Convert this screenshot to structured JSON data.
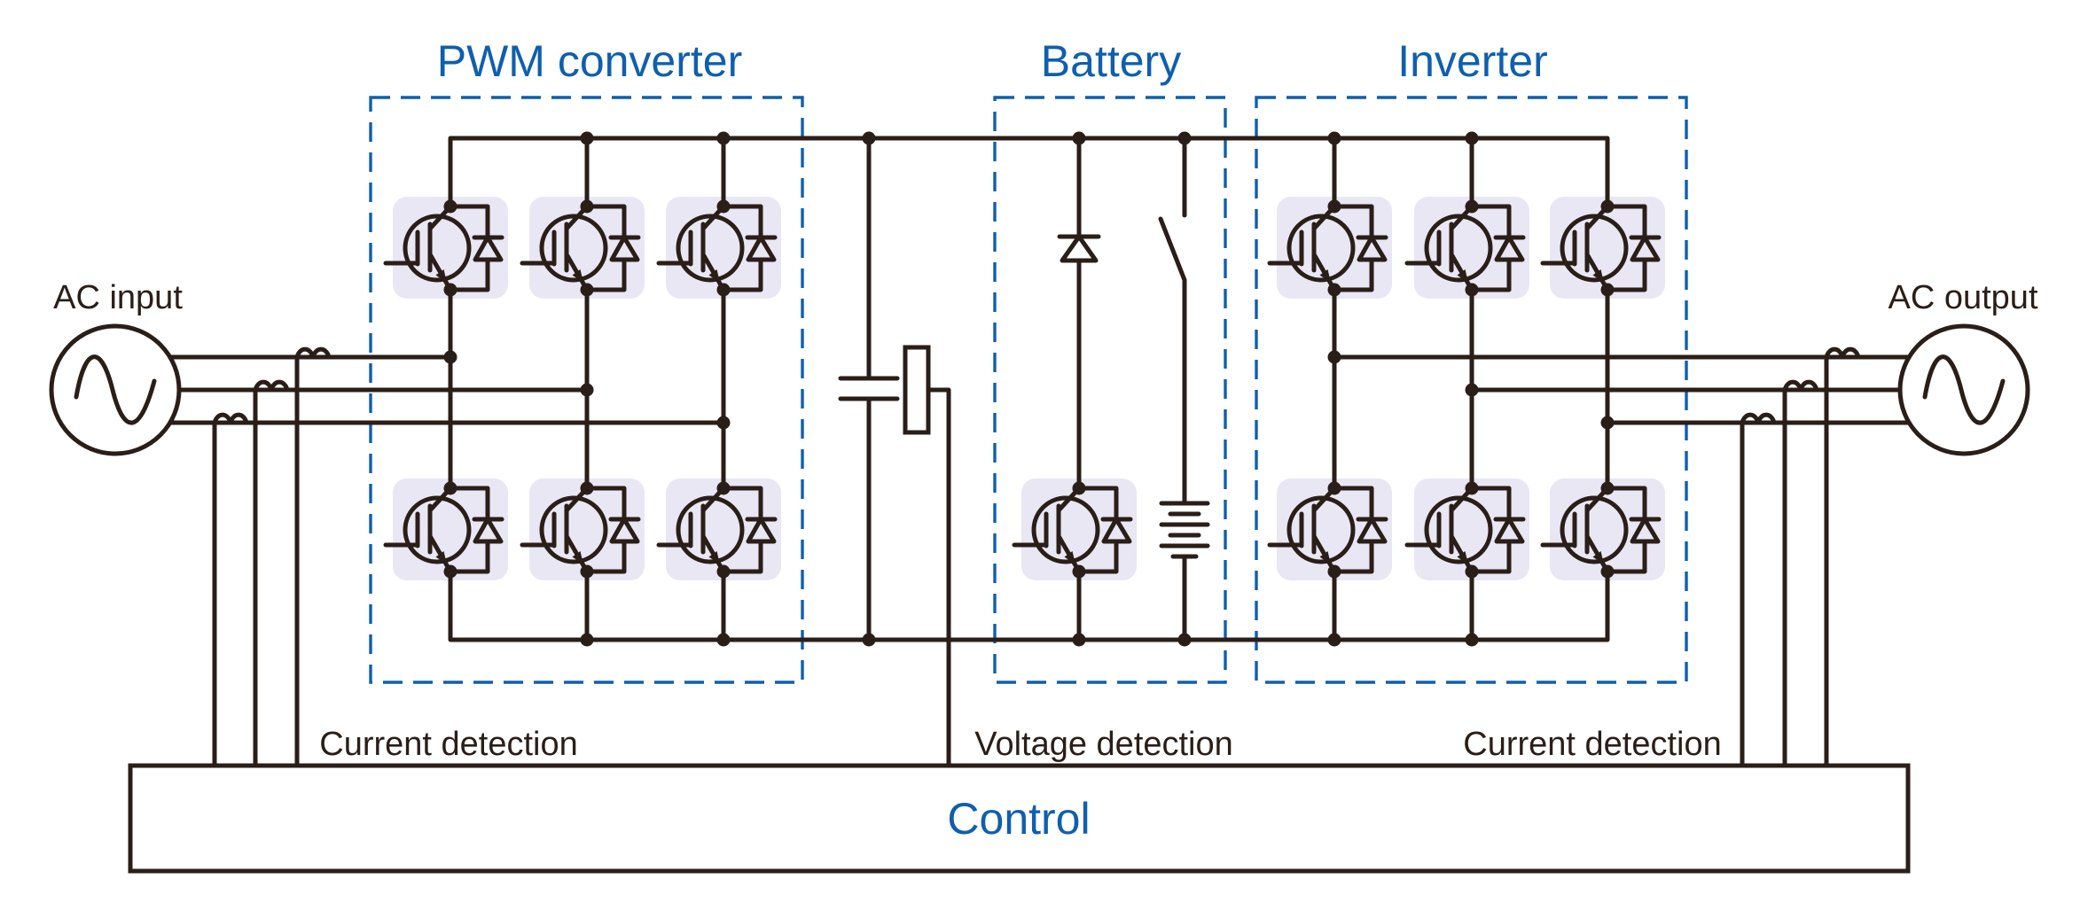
{
  "colors": {
    "accent_blue": "#0f5fae",
    "line_dark": "#2a1e18",
    "module_fill": "#e9e7f3",
    "background": "#ffffff"
  },
  "sections": {
    "pwm_converter": {
      "label": "PWM converter"
    },
    "battery": {
      "label": "Battery"
    },
    "inverter": {
      "label": "Inverter"
    }
  },
  "sources": {
    "ac_input": {
      "label": "AC input"
    },
    "ac_output": {
      "label": "AC output"
    }
  },
  "annotations": {
    "current_detection_left": {
      "label": "Current detection"
    },
    "voltage_detection": {
      "label": "Voltage detection"
    },
    "current_detection_right": {
      "label": "Current detection"
    }
  },
  "control": {
    "label": "Control"
  },
  "components": {
    "igbt_module_icon": "igbt-with-antiparallel-diode-icon",
    "ac_source_icon": "sine-wave-source-icon",
    "capacitor_icon": "dc-link-capacitor-icon",
    "battery_icon": "battery-cells-icon",
    "switch_icon": "open-switch-icon",
    "diode_icon": "diode-icon",
    "ct_icon": "current-transformer-icon"
  }
}
